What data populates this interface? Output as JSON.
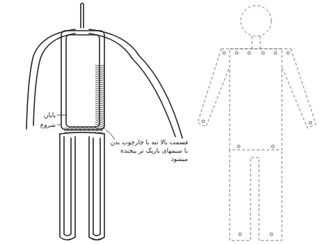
{
  "diagram": {
    "labels": [
      "پایان",
      "شروع",
      "قسمت بالا تنه با چارچوب بدن با سیمهای باریک تر پیچنده میشود"
    ]
  }
}
